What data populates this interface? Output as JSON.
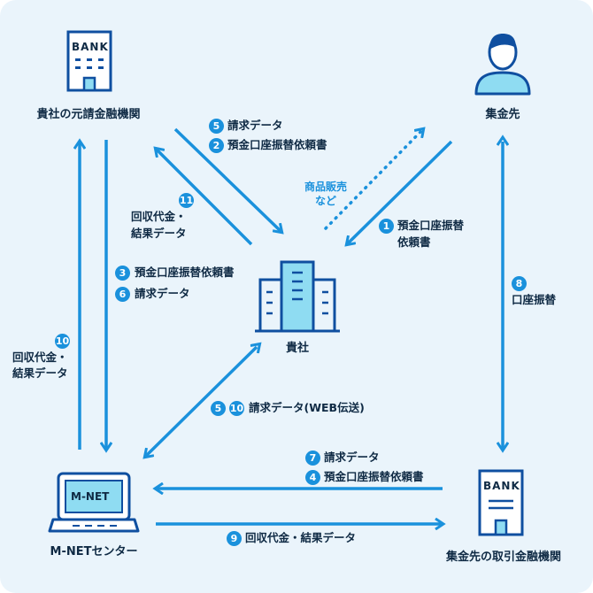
{
  "nodes": {
    "bank_left": {
      "title": "貴社の元請金融機関",
      "sign": "BANK"
    },
    "payee": {
      "title": "集金先"
    },
    "company": {
      "title": "貴社"
    },
    "mnet": {
      "title": "M-NETセンター",
      "screen": "M-NET"
    },
    "bank_right": {
      "title": "集金先の取引金融機関",
      "sign": "BANK"
    }
  },
  "labels": {
    "l5a": {
      "num": "5",
      "text": "請求データ"
    },
    "l2a": {
      "num": "2",
      "text": "預金口座振替依頼書"
    },
    "l11": {
      "num": "11",
      "line1": "回収代金・",
      "line2": "結果データ"
    },
    "l1": {
      "num": "1",
      "line1": "預金口座振替",
      "line2": "依頼書"
    },
    "l3": {
      "num": "3",
      "text": "預金口座振替依頼書"
    },
    "l6": {
      "num": "6",
      "text": "請求データ"
    },
    "l8": {
      "num": "8",
      "text": "口座振替"
    },
    "l10a": {
      "num": "10",
      "line1": "回収代金・",
      "line2": "結果データ"
    },
    "l5b": {
      "num1": "5",
      "num2": "10",
      "text": "請求データ(WEB伝送)"
    },
    "l7": {
      "num": "7",
      "text": "請求データ"
    },
    "l4": {
      "num": "4",
      "text": "預金口座振替依頼書"
    },
    "l9": {
      "num": "9",
      "text": "回収代金・結果データ"
    },
    "goods": {
      "line1": "商品販売",
      "line2": "など"
    }
  },
  "colors": {
    "accent": "#1a91dc",
    "background": "#eaf4fb",
    "icon": "#0f4fa0",
    "light": "#8fdcf2",
    "text": "#0f2a44"
  }
}
